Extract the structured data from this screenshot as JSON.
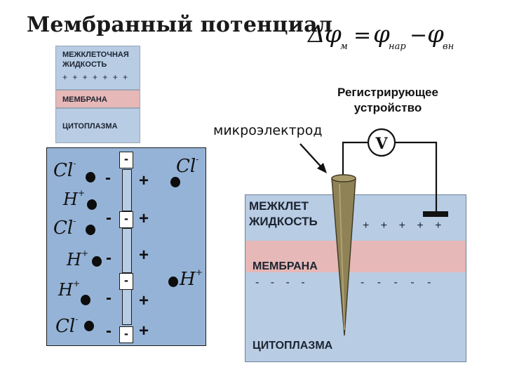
{
  "title": "Мембранный потенциал",
  "formula": {
    "delta": "Δ",
    "phi": "φ",
    "sub_m": "м",
    "sub_nar": "нар",
    "sub_vn": "вн",
    "eq": "=",
    "minus": "−"
  },
  "legend": {
    "ecf_line1": "МЕЖКЛЕТОЧНАЯ",
    "ecf_line2": "ЖИДКОСТЬ",
    "ecf_charges": "+ + + + + + +",
    "membrane": "МЕМБРАНА",
    "cytoplasm": "ЦИТОПЛАЗМА"
  },
  "ion_panel": {
    "box_minus": "-",
    "minus": "-",
    "plus": "+",
    "cl": "Cl",
    "h": "H",
    "sup_minus": "-",
    "sup_plus": "+"
  },
  "right": {
    "device_line1": "Регистрирующее",
    "device_line2": "устройство",
    "voltmeter": "V",
    "electrode_label": "микроэлектрод",
    "ecf_line1": "МЕЖКЛЕТ",
    "ecf_line2": "ЖИДКОСТЬ",
    "plus_row": "+ + + + +",
    "membrane": "МЕМБРАНА",
    "minus_left": "- - - -",
    "minus_right": "- - - - -",
    "cytoplasm": "ЦИТОПЛАЗМА"
  },
  "colors": {
    "fluid_blue": "#b8cce4",
    "panel_blue": "#95b3d7",
    "membrane_pink": "#e6b8b7",
    "electrode_olive": "#8f8256"
  }
}
